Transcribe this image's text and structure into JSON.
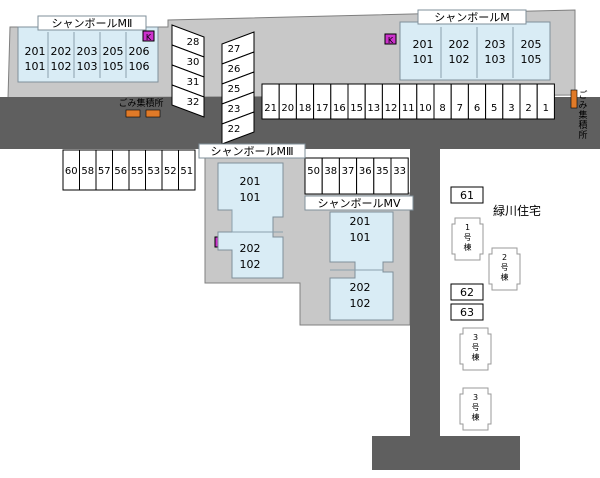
{
  "buildings": {
    "m2": {
      "name": "シャンボールMⅡ",
      "units_top": [
        "201",
        "202",
        "203",
        "205",
        "206"
      ],
      "units_bottom": [
        "101",
        "102",
        "103",
        "105",
        "106"
      ]
    },
    "m1": {
      "name": "シャンボールM",
      "units_top": [
        "201",
        "202",
        "203",
        "205"
      ],
      "units_bottom": [
        "101",
        "102",
        "103",
        "105"
      ]
    },
    "m3": {
      "name": "シャンボールMⅢ",
      "units": [
        "201",
        "101",
        "202",
        "102"
      ]
    },
    "m5": {
      "name": "シャンボールMⅤ",
      "units": [
        "201",
        "101",
        "202",
        "102"
      ]
    }
  },
  "marker_k": "K",
  "garbage_left": "ごみ集積所",
  "garbage_right": "ごみ集積所",
  "parking": {
    "row_top": [
      "21",
      "20",
      "18",
      "17",
      "16",
      "15",
      "13",
      "12",
      "11",
      "10",
      "8",
      "7",
      "6",
      "5",
      "3",
      "2",
      "1"
    ],
    "diag_left": [
      "28",
      "30",
      "31",
      "32"
    ],
    "diag_right": [
      "27",
      "26",
      "25",
      "23",
      "22"
    ],
    "row_left": [
      "60",
      "58",
      "57",
      "56",
      "55",
      "53",
      "52",
      "51"
    ],
    "row_mid": [
      "50",
      "38",
      "37",
      "36",
      "35",
      "33"
    ],
    "singles": [
      "61",
      "62",
      "63"
    ]
  },
  "midorikawa": {
    "name": "緑川住宅",
    "blocks": [
      "1号棟",
      "2号棟",
      "3号棟",
      "3号棟"
    ]
  }
}
